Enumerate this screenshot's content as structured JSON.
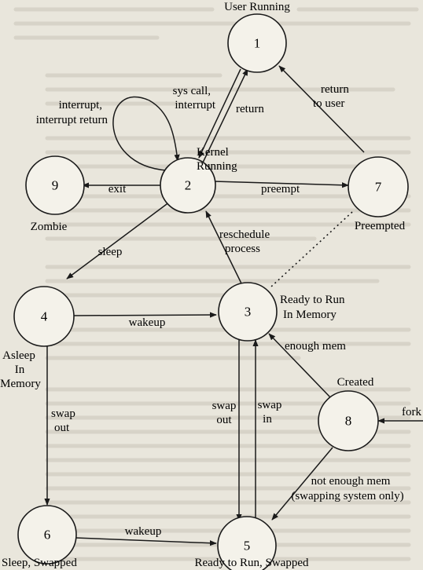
{
  "states": {
    "s1": {
      "number": "1",
      "label": "User Running"
    },
    "s2": {
      "number": "2",
      "label_line1": "Kernel",
      "label_line2": "Running"
    },
    "s3": {
      "number": "3",
      "label_line1": "Ready to Run",
      "label_line2": "In Memory"
    },
    "s4": {
      "number": "4",
      "label_line1": "Asleep",
      "label_line2": "In",
      "label_line3": "Memory"
    },
    "s5": {
      "number": "5",
      "label": "Ready to Run, Swapped"
    },
    "s6": {
      "number": "6",
      "label": "Sleep, Swapped"
    },
    "s7": {
      "number": "7",
      "label": "Preempted"
    },
    "s8": {
      "number": "8",
      "label": "Created"
    },
    "s9": {
      "number": "9",
      "label": "Zombie"
    }
  },
  "transitions": {
    "syscall_line1": "sys call,",
    "syscall_line2": "interrupt",
    "return": "return",
    "return_to_user_line1": "return",
    "return_to_user_line2": "to user",
    "interrupt_line1": "interrupt,",
    "interrupt_line2": "interrupt return",
    "exit": "exit",
    "preempt": "preempt",
    "reschedule_line1": "reschedule",
    "reschedule_line2": "process",
    "sleep": "sleep",
    "wakeup_mem": "wakeup",
    "enough_mem": "enough mem",
    "swap_out_line1": "swap",
    "swap_out_line2": "out",
    "swap_in_line1": "swap",
    "swap_in_line2": "in",
    "fork": "fork",
    "not_enough_line1": "not enough mem",
    "not_enough_line2": "(swapping system only)",
    "swap_out_4_line1": "swap",
    "swap_out_4_line2": "out",
    "wakeup_swapped": "wakeup"
  }
}
